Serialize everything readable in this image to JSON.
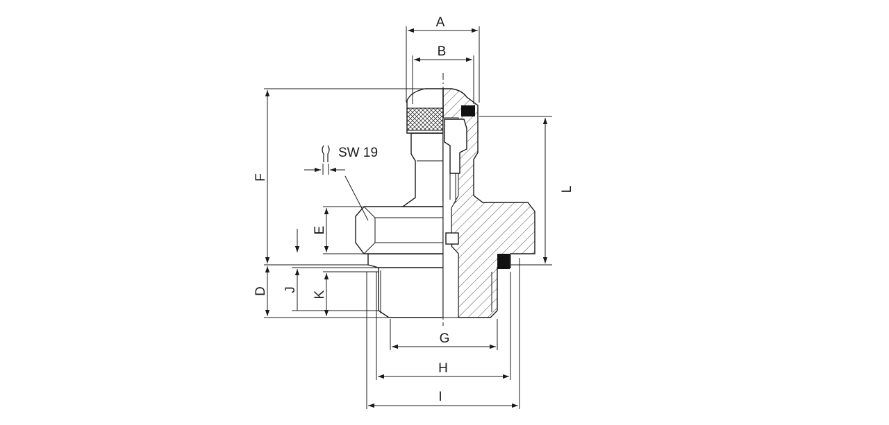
{
  "drawing": {
    "labels": {
      "A": "A",
      "B": "B",
      "C_sw": "SW 19",
      "D": "D",
      "E": "E",
      "F": "F",
      "G": "G",
      "H": "H",
      "I": "I",
      "J": "J",
      "K": "K",
      "L": "L"
    },
    "colors": {
      "line": "#1a1a1a",
      "seal": "#111111",
      "background": "#ffffff"
    }
  }
}
